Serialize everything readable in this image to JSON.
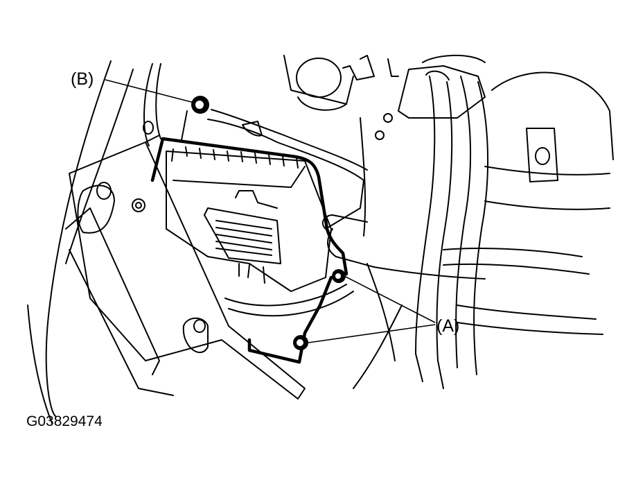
{
  "callouts": {
    "bolt_upper": "(B)",
    "bolts_lower": "(A)"
  },
  "figure_code": "G03829474"
}
